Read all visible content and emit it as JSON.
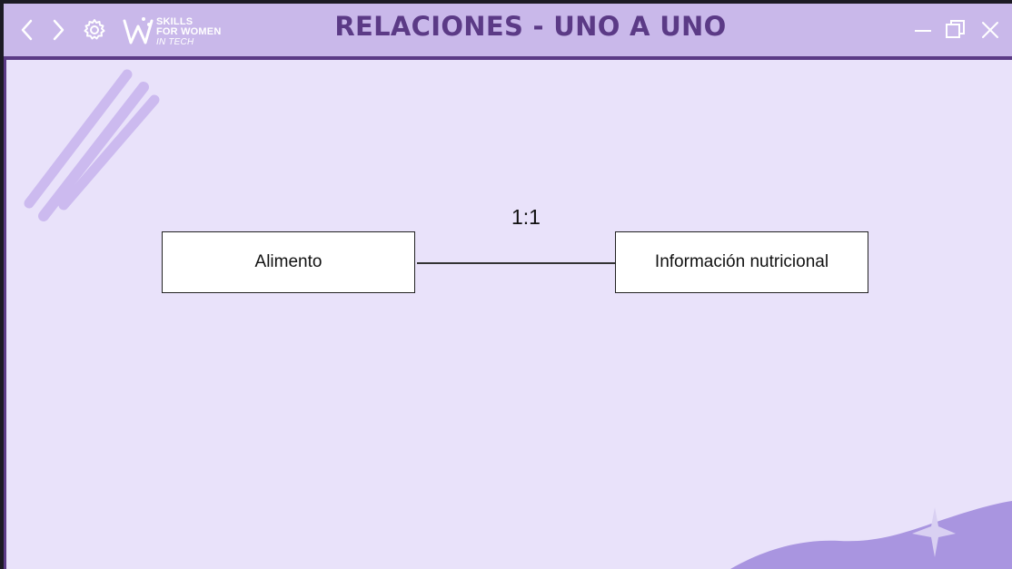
{
  "window": {
    "title": "RELACIONES - UNO A UNO",
    "logo_line1": "SKILLS",
    "logo_line2": "FOR WOMEN",
    "logo_line3": "IN TECH",
    "icons": {
      "back": "chevron-left-icon",
      "forward": "chevron-right-icon",
      "settings": "gear-icon",
      "minimize": "minimize-icon",
      "restore": "restore-icon",
      "close": "close-icon"
    }
  },
  "diagram": {
    "entity_left": "Alimento",
    "entity_right": "Información nutricional",
    "cardinality": "1:1"
  },
  "colors": {
    "titlebar": "#c9b8ea",
    "title_text": "#5b3a86",
    "background": "#e9e2fa",
    "accent": "#a995e0"
  }
}
